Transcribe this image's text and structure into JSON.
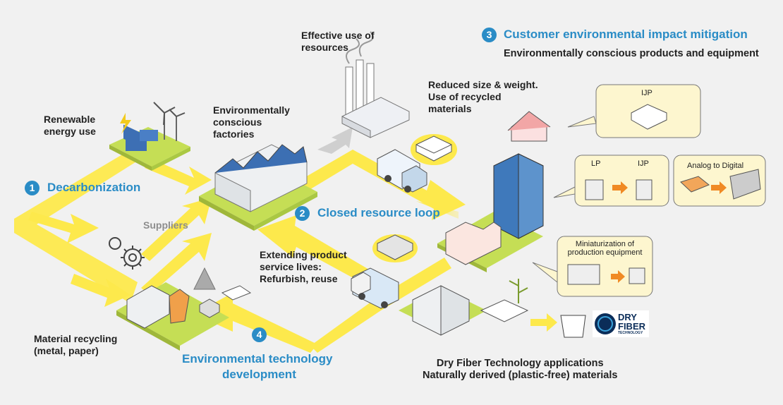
{
  "stages": {
    "s1": {
      "number": "1",
      "title": "Decarbonization"
    },
    "s2": {
      "number": "2",
      "title": "Closed resource loop"
    },
    "s3": {
      "number": "3",
      "title": "Customer environmental impact mitigation",
      "subtitle": "Environmentally conscious products and equipment"
    },
    "s4": {
      "number": "4",
      "title_line1": "Environmental technology",
      "title_line2": "development"
    }
  },
  "labels": {
    "renewable_1": "Renewable",
    "renewable_2": "energy use",
    "factories_1": "Environmentally",
    "factories_2": "conscious",
    "factories_3": "factories",
    "effective_1": "Effective use of",
    "effective_2": "resources",
    "reduced_1": "Reduced size & weight.",
    "reduced_2": "Use of recycled",
    "reduced_3": "materials",
    "suppliers": "Suppliers",
    "extending_1": "Extending product",
    "extending_2": "service lives:",
    "extending_3": "Refurbish, reuse",
    "material_1": "Material recycling",
    "material_2": "(metal, paper)",
    "dryfiber_1": "Dry Fiber Technology applications",
    "dryfiber_2": "Naturally derived (plastic-free) materials"
  },
  "callouts": {
    "ijp": "IJP",
    "lp": "LP",
    "ijp2": "IJP",
    "analog": "Analog to Digital",
    "mini_1": "Miniaturization of",
    "mini_2": "production equipment"
  },
  "logo": {
    "line1": "DRY",
    "line2": "FIBER",
    "line3": "TECHNOLOGY"
  },
  "colors": {
    "accent_blue": "#2a8cc6",
    "flow_yellow": "#fde94c",
    "ground_green": "#c5de55",
    "callout_bg": "#fdf6cf",
    "arrow_orange": "#f08a24"
  }
}
